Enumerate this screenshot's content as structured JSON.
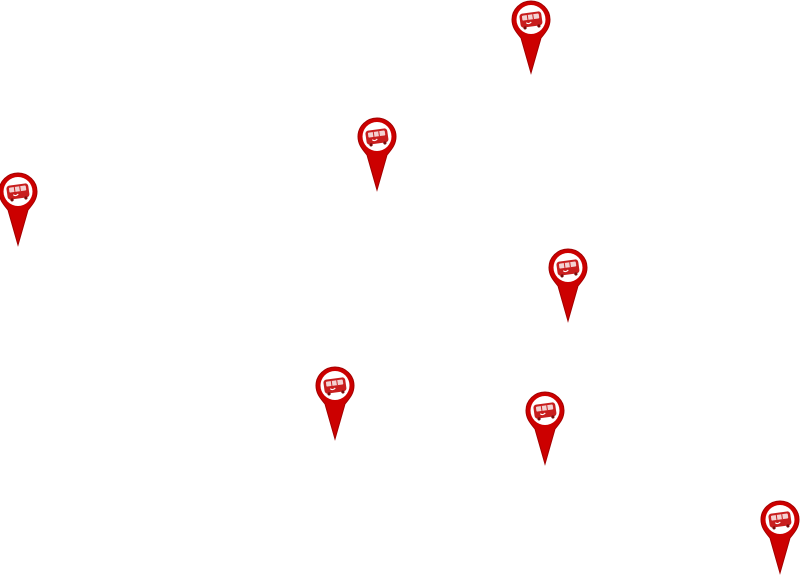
{
  "map": {
    "marker_icon": "bus-pin-icon",
    "colors": {
      "pin_red": "#cc0000",
      "pin_dark": "#a30000",
      "bus_red": "#c81e1e",
      "badge_white": "#ffffff",
      "window_pale": "#f3d2d2"
    },
    "markers": [
      {
        "id": "bus-stop-1"
      },
      {
        "id": "bus-stop-2"
      },
      {
        "id": "bus-stop-3"
      },
      {
        "id": "bus-stop-4"
      },
      {
        "id": "bus-stop-5"
      },
      {
        "id": "bus-stop-6"
      },
      {
        "id": "bus-stop-7"
      }
    ]
  }
}
